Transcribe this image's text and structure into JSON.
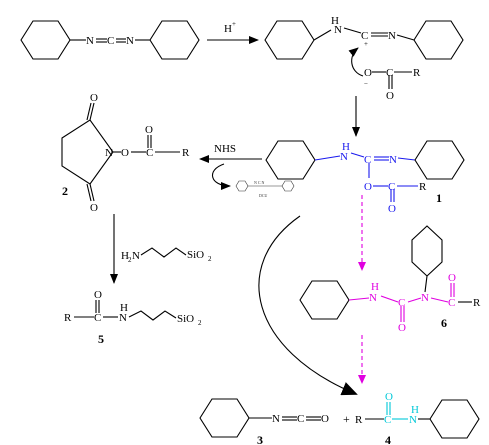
{
  "colors": {
    "black": "#000000",
    "blue": "#1a1aee",
    "magenta": "#e000e0",
    "cyan": "#00c8d8"
  },
  "row1": {
    "dcc": {
      "n1": "N",
      "c": "C",
      "n2": "N"
    },
    "acid_label": "H",
    "acid_charge": "+",
    "protonated": {
      "nh": "H",
      "n_left": "N",
      "c": "C",
      "plus": "+",
      "n_right": "N"
    },
    "carboxylate": {
      "o_minus": "O",
      "minus": "−",
      "c": "C",
      "r": "R",
      "o": "O"
    }
  },
  "intermediate_1": {
    "nh": "H",
    "n_left": "N",
    "c": "C",
    "n_right": "N",
    "o_ester": "O",
    "c_acyl": "C",
    "r": "R",
    "o_carbonyl": "O",
    "label": "1"
  },
  "nhs_ester_2": {
    "o_top": "O",
    "n": "N",
    "o_link": "O",
    "c": "C",
    "r": "R",
    "o_carbonyl": "O",
    "o_bottom": "O",
    "label": "2"
  },
  "nhs_reagent": "NHS",
  "dcu_small": {
    "label": "DCU",
    "atoms": "N C N"
  },
  "silica_amine": {
    "h2n": "H",
    "h2n_n": "N",
    "h2n_sub": "2",
    "si": "SiO",
    "si_sub": "2"
  },
  "amide_5": {
    "r": "R",
    "c": "C",
    "o": "O",
    "nh": "H",
    "n": "N",
    "si": "SiO",
    "si_sub": "2",
    "label": "5"
  },
  "n_acylurea_6": {
    "nh": "H",
    "n1": "N",
    "c1": "C",
    "o1": "O",
    "n2": "N",
    "c2": "C",
    "o2": "O",
    "r": "R",
    "label": "6"
  },
  "isocyanate_3": {
    "n": "N",
    "c": "C",
    "o": "O",
    "label": "3"
  },
  "amide_4": {
    "plus": "+",
    "r": "R",
    "c": "C",
    "o": "O",
    "nh": "H",
    "n": "N",
    "label": "4"
  }
}
